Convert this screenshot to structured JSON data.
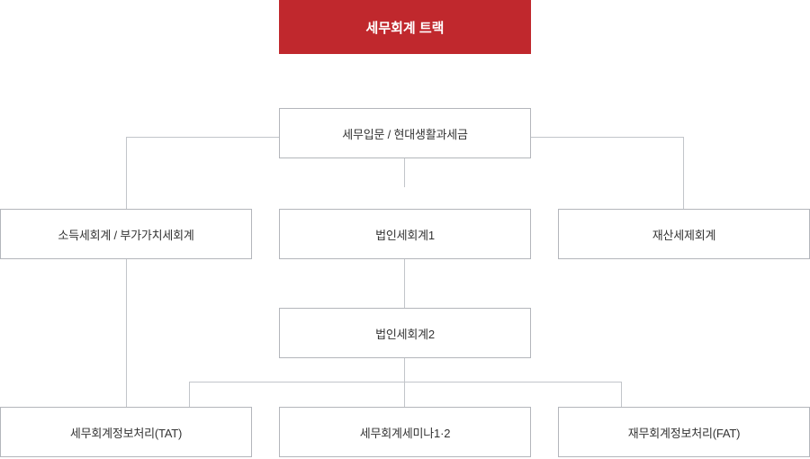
{
  "diagram": {
    "title": "세무회계 트랙",
    "accent_color": "#c0282d",
    "border_color": "#b3b6bb",
    "line_color": "#c2c5ca",
    "nodes": [
      {
        "id": "title",
        "label": "세무회계 트랙"
      },
      {
        "id": "n1",
        "label": "세무입문 / 현대생활과세금"
      },
      {
        "id": "n2",
        "label": "소득세회계 / 부가가치세회계"
      },
      {
        "id": "n3",
        "label": "법인세회계1"
      },
      {
        "id": "n4",
        "label": "재산세제회계"
      },
      {
        "id": "n5",
        "label": "법인세회계2"
      },
      {
        "id": "n6",
        "label": "세무회계정보처리(TAT)"
      },
      {
        "id": "n7",
        "label": "세무회계세미나1·2"
      },
      {
        "id": "n8",
        "label": "재무회계정보처리(FAT)"
      }
    ]
  }
}
